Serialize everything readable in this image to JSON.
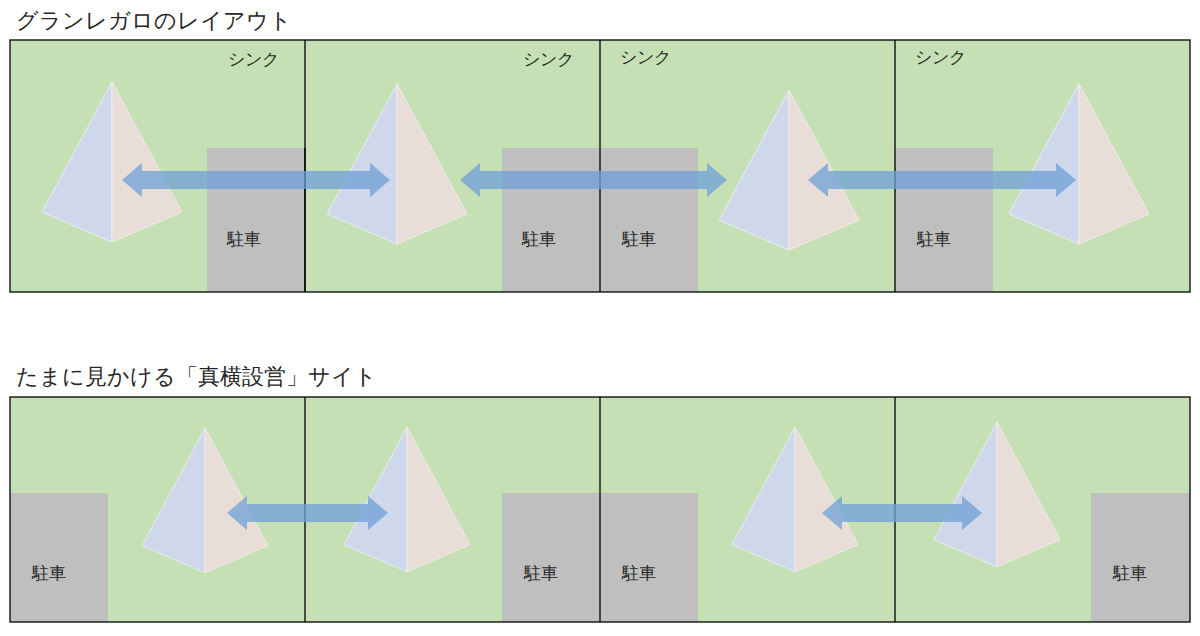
{
  "diagram": {
    "nodes": [
      {
        "text": [
          "シンク"
        ]
      },
      {
        "text": [
          "駐車"
        ],
        "in": 0
      },
      {
        "text": [
          "シンク"
        ]
      },
      {
        "text": [
          "駐車"
        ],
        "in": 2
      },
      {
        "text": [
          "シンク"
        ]
      },
      {
        "text": [
          "駐車"
        ],
        "in": 4
      },
      {
        "text": [
          "シンク"
        ]
      },
      {
        "text": [
          "駐車"
        ],
        "in": 6
      },
      {
        "text": [
          "駐車"
        ]
      },
      {
        "text": [
          "駐車"
        ]
      },
      {
        "text": [
          "駐車"
        ]
      },
      {
        "text": [
          "駐車"
        ]
      }
    ],
    "labels": [
      "グランレガロのレイアウト",
      "たまに見かける「真横設営」サイト"
    ]
  }
}
